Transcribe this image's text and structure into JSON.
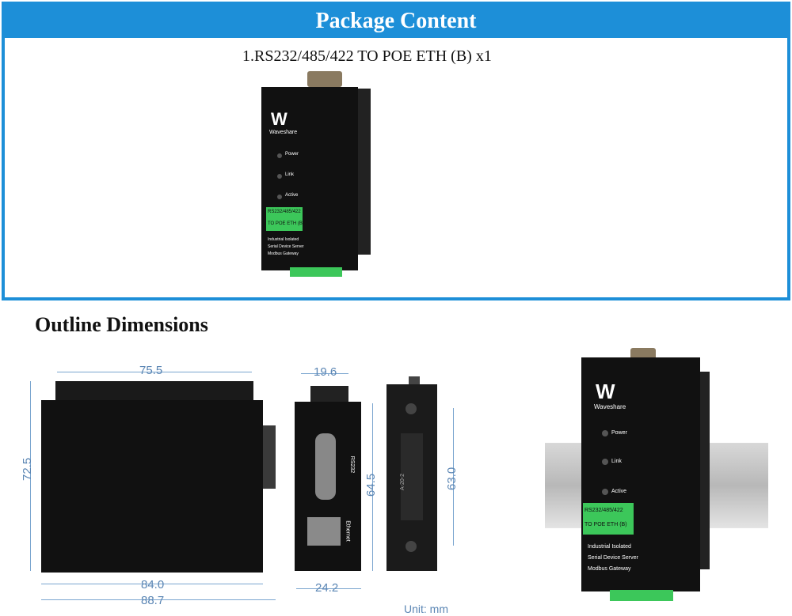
{
  "package": {
    "header": "Package Content",
    "item": "1.RS232/485/422 TO POE ETH (B) x1"
  },
  "device": {
    "brand": "Waveshare",
    "leds": [
      "Power",
      "Link",
      "Active"
    ],
    "label_line1": "RS232/485/422",
    "label_line2": "TO POE ETH (B)",
    "desc": [
      "Industrial Isolated",
      "Serial Device Server",
      "Modbus Gateway"
    ],
    "port_rs232": "RS232",
    "port_eth": "Ethernet",
    "rail_mark": "A-20-2"
  },
  "outline": {
    "title": "Outline Dimensions",
    "front_width": "75.5",
    "front_height": "72.5",
    "bottom_inner": "84.0",
    "bottom_outer": "88.7",
    "side_top": "19.6",
    "side_height": "64.5",
    "side_bottom": "24.2",
    "back_height": "63.0",
    "unit": "Unit: mm"
  },
  "colors": {
    "accent": "#1d8fd8",
    "dimension": "#5b86b4",
    "label_green": "#3cc75a"
  }
}
